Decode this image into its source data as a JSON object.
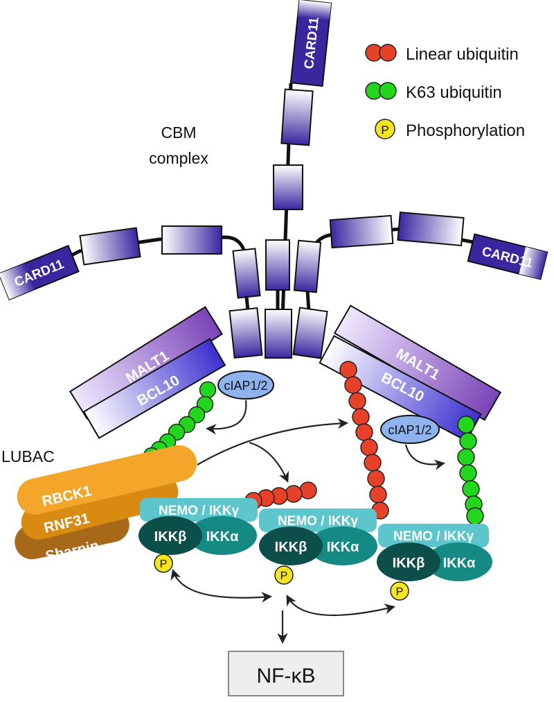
{
  "legend": {
    "linear": "Linear ubiquitin",
    "k63": "K63 ubiquitin",
    "phospho": "Phosphorylation",
    "p_symbol": "P"
  },
  "cbm": {
    "title_line1": "CBM",
    "title_line2": "complex"
  },
  "card11": "CARD11",
  "malt1": "MALT1",
  "bcl10": "BCL10",
  "ciap": "cIAP1/2",
  "lubac": {
    "title": "LUBAC",
    "rbck1": "RBCK1",
    "rnf31": "RNF31",
    "sharpin": "Sharpin"
  },
  "ikk": {
    "nemo": "NEMO / IKKγ",
    "beta": "IKKβ",
    "alpha": "IKKα"
  },
  "output": "NF-κB",
  "colors": {
    "card_dark": "#2e1f8c",
    "malt1": "#7a44b8",
    "bcl10": "#3b2fd0",
    "ciap": "#8fb3ee",
    "linear_ub": "#e8412a",
    "k63_ub": "#22d61e",
    "phospho": "#f5e520",
    "rbck1": "#f4a62a",
    "rnf31": "#d98a10",
    "sharpin": "#a8681a",
    "nemo": "#5cc6cc",
    "ikk_beta": "#0c4f4a",
    "ikk_alpha": "#158a84"
  }
}
